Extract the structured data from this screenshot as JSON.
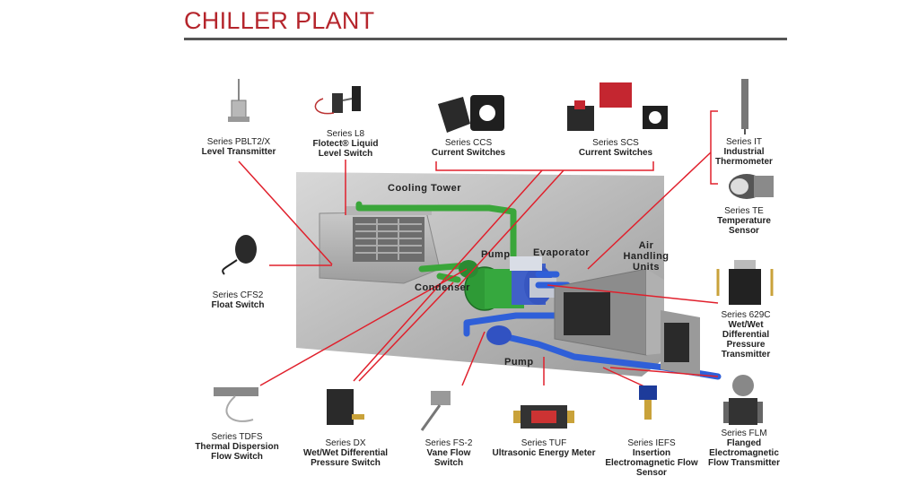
{
  "title": "CHILLER PLANT",
  "colors": {
    "accent": "#b5252c",
    "water_green": "#3aa63a",
    "water_blue": "#2f5fd8",
    "leader_red": "#e0202c"
  },
  "plant_labels": {
    "cooling_tower": "Cooling Tower",
    "pump_top": "Pump",
    "evaporator": "Evaporator",
    "air_handling": "Air Handling Units",
    "condenser": "Condenser",
    "pump_bottom": "Pump"
  },
  "products": [
    {
      "id": "pblt2x",
      "series": "Series PBLT2/X",
      "name": "Level Transmitter"
    },
    {
      "id": "l8",
      "series": "Series L8",
      "name": "Flotect® Liquid Level Switch"
    },
    {
      "id": "ccs",
      "series": "Series CCS",
      "name": "Current Switches"
    },
    {
      "id": "scs",
      "series": "Series SCS",
      "name": "Current Switches"
    },
    {
      "id": "it",
      "series": "Series IT",
      "name": "Industrial Thermometer"
    },
    {
      "id": "te",
      "series": "Series TE",
      "name": "Temperature Sensor"
    },
    {
      "id": "cfs2",
      "series": "Series CFS2",
      "name": "Float Switch"
    },
    {
      "id": "629c",
      "series": "Series 629C",
      "name": "Wet/Wet Differential Pressure Transmitter"
    },
    {
      "id": "tdfs",
      "series": "Series TDFS",
      "name": "Thermal Dispersion Flow Switch"
    },
    {
      "id": "dx",
      "series": "Series DX",
      "name": "Wet/Wet Differential Pressure Switch"
    },
    {
      "id": "fs2",
      "series": "Series FS-2",
      "name": "Vane Flow Switch"
    },
    {
      "id": "tuf",
      "series": "Series TUF",
      "name": "Ultrasonic Energy Meter"
    },
    {
      "id": "iefs",
      "series": "Series IEFS",
      "name": "Insertion Electromagnetic Flow Sensor"
    },
    {
      "id": "flm",
      "series": "Series FLM",
      "name": "Flanged Electromagnetic Flow Transmitter"
    }
  ]
}
